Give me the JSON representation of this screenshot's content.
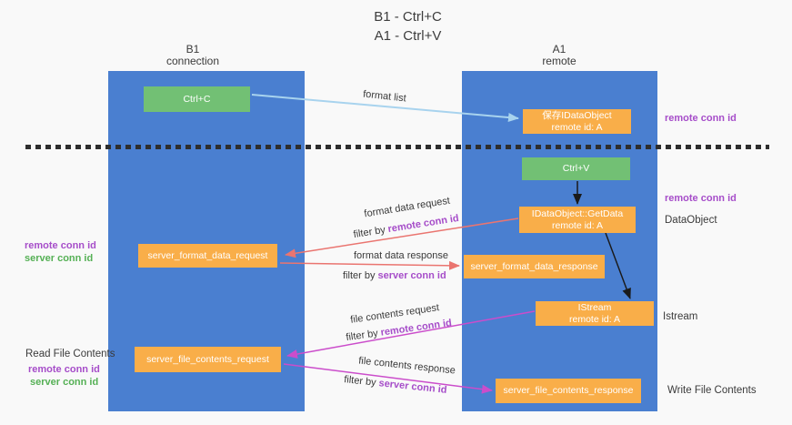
{
  "title": {
    "line1": "B1 - Ctrl+C",
    "line2": "A1 - Ctrl+V"
  },
  "lifelines": {
    "b1": {
      "name": "B1",
      "role": "connection"
    },
    "a1": {
      "name": "A1",
      "role": "remote"
    }
  },
  "nodes": {
    "ctrl_c": {
      "label": "Ctrl+C"
    },
    "ctrl_v": {
      "label": "Ctrl+V"
    },
    "save_dataobject": {
      "line1": "保存IDataObject",
      "line2": "remote id: A"
    },
    "getdata": {
      "line1": "IDataObject::GetData",
      "line2": "remote id: A"
    },
    "istream": {
      "line1": "IStream",
      "line2": "remote id: A"
    },
    "server_format_data_request": {
      "label": "server_format_data_request"
    },
    "server_format_data_response": {
      "label": "server_format_data_response"
    },
    "server_file_contents_request": {
      "label": "server_file_contents_request"
    },
    "server_file_contents_response": {
      "label": "server_file_contents_response"
    }
  },
  "edge_labels": {
    "format_list": "format list",
    "format_data_request": "format data request",
    "format_data_response": "format data response",
    "file_contents_request": "file contents request",
    "file_contents_response": "file contents response",
    "filter_by": "filter by",
    "remote_conn_id": "remote conn id",
    "server_conn_id": "server conn id"
  },
  "annotations": {
    "left": {
      "remote_conn_id": "remote conn id",
      "server_conn_id": "server conn id",
      "read_file_contents": "Read File Contents",
      "remote_conn_id_2": "remote conn id",
      "server_conn_id_2": "server conn id"
    },
    "right": {
      "remote_conn_id_top": "remote conn id",
      "remote_conn_id_mid": "remote conn id",
      "dataobject": "DataObject",
      "istream": "Istream",
      "write_file_contents": "Write File Contents"
    }
  },
  "colors": {
    "panel_blue": "#4a7fd0",
    "node_orange": "#f9ae49",
    "node_green": "#72c074",
    "arrow_light_blue": "#a8d3ee",
    "arrow_red": "#ea7570",
    "arrow_magenta": "#cb4dcb",
    "arrow_black": "#1a1a1a",
    "label_purple": "#a64dc9",
    "label_green": "#55b055",
    "text_dark": "#3a3a3a",
    "box_text": "#ffffff",
    "background": "#f9f9f9"
  }
}
